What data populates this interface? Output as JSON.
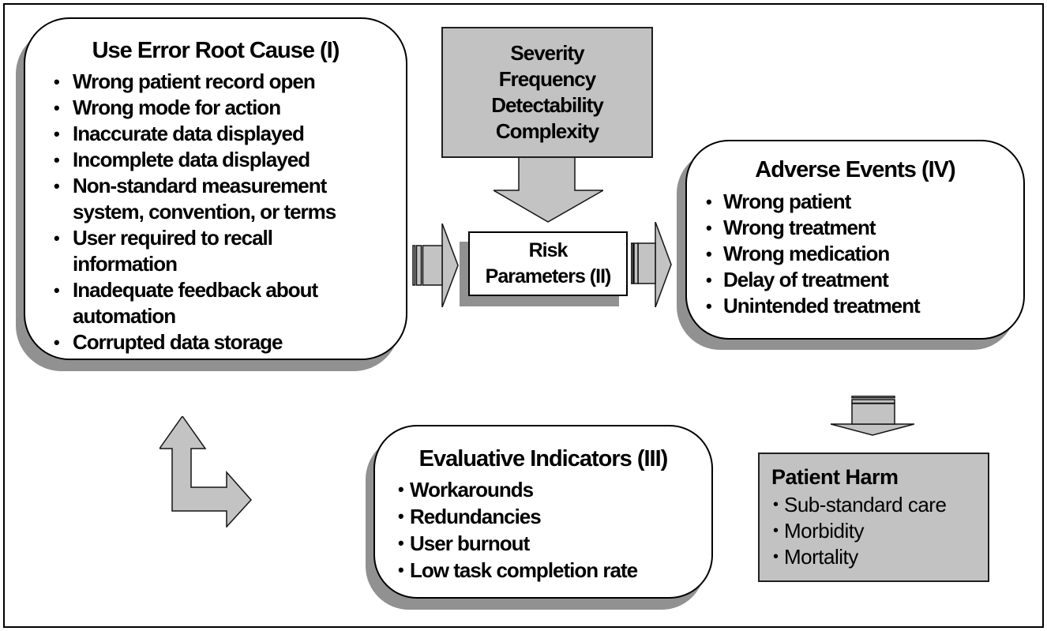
{
  "diagram": {
    "use_error_root_cause": {
      "title": "Use Error Root Cause (I)",
      "items": [
        "Wrong patient record open",
        "Wrong mode for action",
        "Inaccurate data displayed",
        "Incomplete data displayed",
        "Non-standard measurement\nsystem, convention, or terms",
        "User required to recall\ninformation",
        "Inadequate feedback about\nautomation",
        "Corrupted data storage"
      ]
    },
    "risk_parameter_inputs": {
      "lines": [
        "Severity",
        "Frequency",
        "Detectability",
        "Complexity"
      ]
    },
    "risk_parameters": {
      "title": "Risk\nParameters (II)"
    },
    "adverse_events": {
      "title": "Adverse Events (IV)",
      "items": [
        "Wrong patient",
        "Wrong treatment",
        "Wrong medication",
        "Delay of treatment",
        "Unintended treatment"
      ]
    },
    "evaluative_indicators": {
      "title": "Evaluative Indicators (III)",
      "items": [
        "Workarounds",
        "Redundancies",
        "User burnout",
        "Low task completion rate"
      ]
    },
    "patient_harm": {
      "title": "Patient Harm",
      "items": [
        "Sub-standard care",
        "Morbidity",
        "Mortality"
      ]
    },
    "colors": {
      "shape_fill": "#c3c3c3",
      "gray_box_fill": "#c2c2c2",
      "shadow": "#919191",
      "outline": "#000000",
      "background": "#ffffff"
    }
  }
}
